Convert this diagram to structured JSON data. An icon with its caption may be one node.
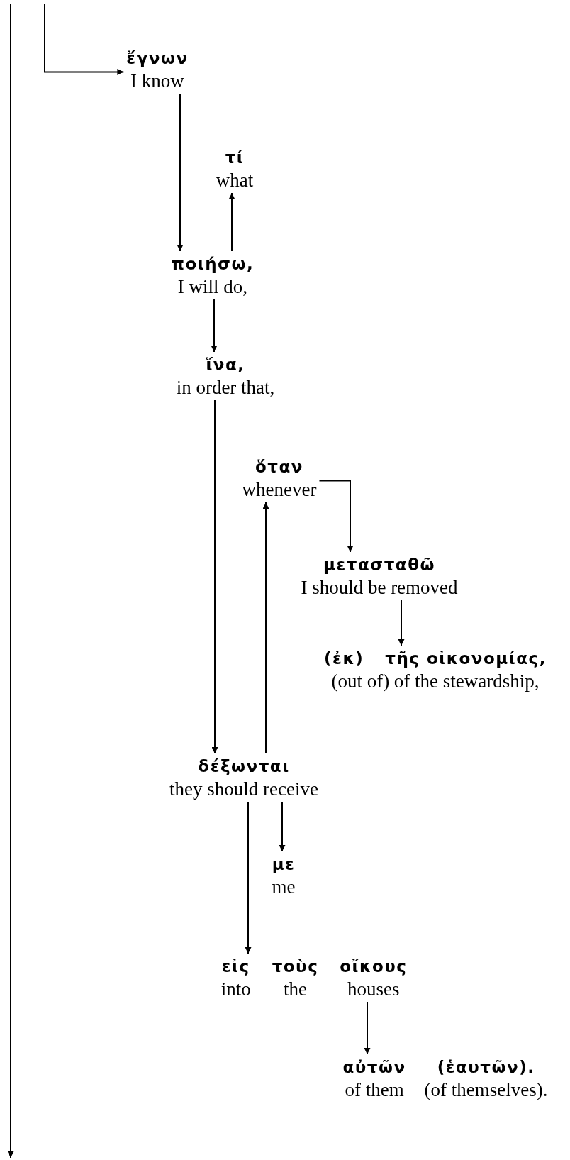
{
  "diagram": {
    "nodes": [
      {
        "text": [
          "ἔγνων",
          "I know"
        ]
      },
      {
        "text": [
          "τί",
          "what"
        ]
      },
      {
        "text": [
          "ποιήσω,",
          "I will do,"
        ]
      },
      {
        "text": [
          "ἵνα,",
          "in order that,"
        ]
      },
      {
        "text": [
          "ὅταν",
          "whenever"
        ]
      },
      {
        "text": [
          "μετασταθῶ",
          "I should be removed"
        ]
      },
      {
        "text": [
          "(ἐκ)",
          "τῆς οἰκονομίας,",
          "(out of) of the stewardship,"
        ]
      },
      {
        "text": [
          "δέξωνται",
          "they should receive"
        ]
      },
      {
        "text": [
          "με",
          "me"
        ]
      },
      {
        "text": [
          "εἰς",
          "τοὺς",
          "οἴκους",
          "into",
          "the",
          "houses"
        ]
      },
      {
        "text": [
          "αὐτῶν",
          "(ἑαυτῶν).",
          "of them",
          "(of themselves)."
        ]
      }
    ],
    "edges": [
      {
        "from": null,
        "to": 0,
        "arrow": "to"
      },
      {
        "from": 0,
        "to": 2,
        "arrow": "to"
      },
      {
        "from": 2,
        "to": 1,
        "arrow": "to"
      },
      {
        "from": 2,
        "to": 3,
        "arrow": "to"
      },
      {
        "from": 3,
        "to": 7,
        "arrow": "to"
      },
      {
        "from": 7,
        "to": 4,
        "arrow": "to"
      },
      {
        "from": 4,
        "to": 5,
        "arrow": "to"
      },
      {
        "from": 5,
        "to": 6,
        "arrow": "to"
      },
      {
        "from": 7,
        "to": 8,
        "arrow": "to"
      },
      {
        "from": 7,
        "to": 9,
        "arrow": "to"
      },
      {
        "from": 9,
        "to": 10,
        "arrow": "to"
      }
    ]
  }
}
